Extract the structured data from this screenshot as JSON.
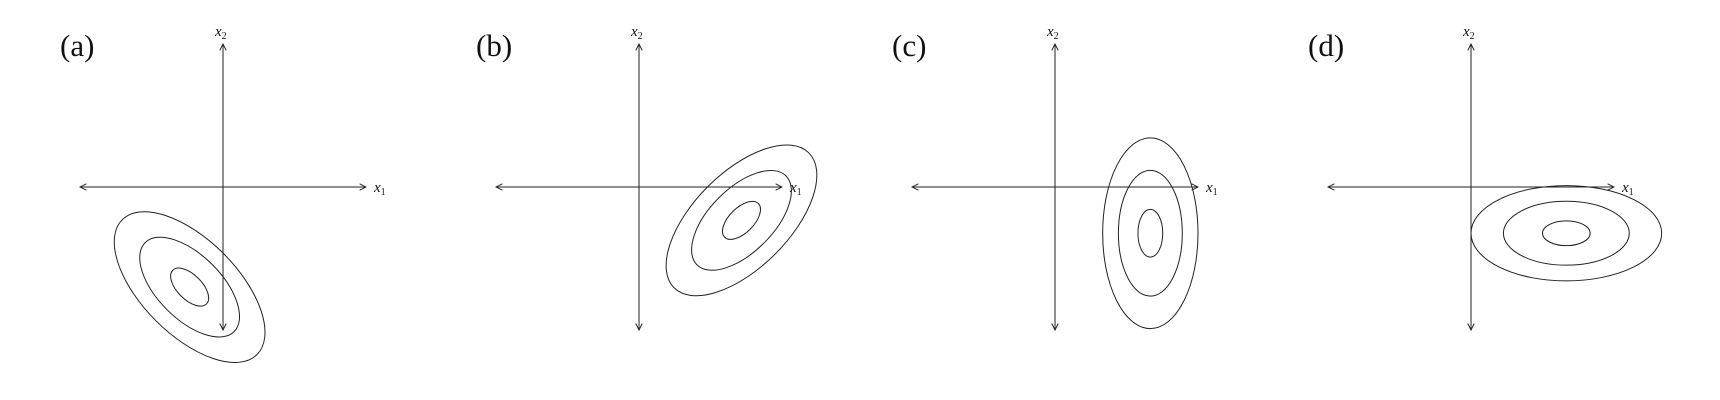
{
  "panels": [
    {
      "label": "(a)",
      "x_label": "x",
      "x_sub": "1",
      "y_label": "x",
      "y_sub": "2",
      "mean": [
        -0.7,
        -2.1
      ],
      "angle_deg": -45
    },
    {
      "label": "(b)",
      "x_label": "x",
      "x_sub": "1",
      "y_label": "x",
      "y_sub": "2",
      "mean": [
        2.15,
        -0.7
      ],
      "angle_deg": 45
    },
    {
      "label": "(c)",
      "x_label": "x",
      "x_sub": "1",
      "y_label": "x",
      "y_sub": "2",
      "mean": [
        2.0,
        -0.97
      ],
      "angle_deg": 90
    },
    {
      "label": "(d)",
      "x_label": "x",
      "x_sub": "1",
      "y_label": "x",
      "y_sub": "2",
      "mean": [
        2.0,
        -0.97
      ],
      "angle_deg": 0
    }
  ],
  "contours": [
    {
      "level": "outer",
      "semi_major": 2.0,
      "semi_minor": 1.0
    },
    {
      "level": "middle",
      "semi_major": 1.32,
      "semi_minor": 0.67
    },
    {
      "level": "inner",
      "semi_major": 0.5,
      "semi_minor": 0.26
    }
  ],
  "axis_range": [
    -3,
    3
  ],
  "colors": {
    "stroke": "#222222"
  }
}
